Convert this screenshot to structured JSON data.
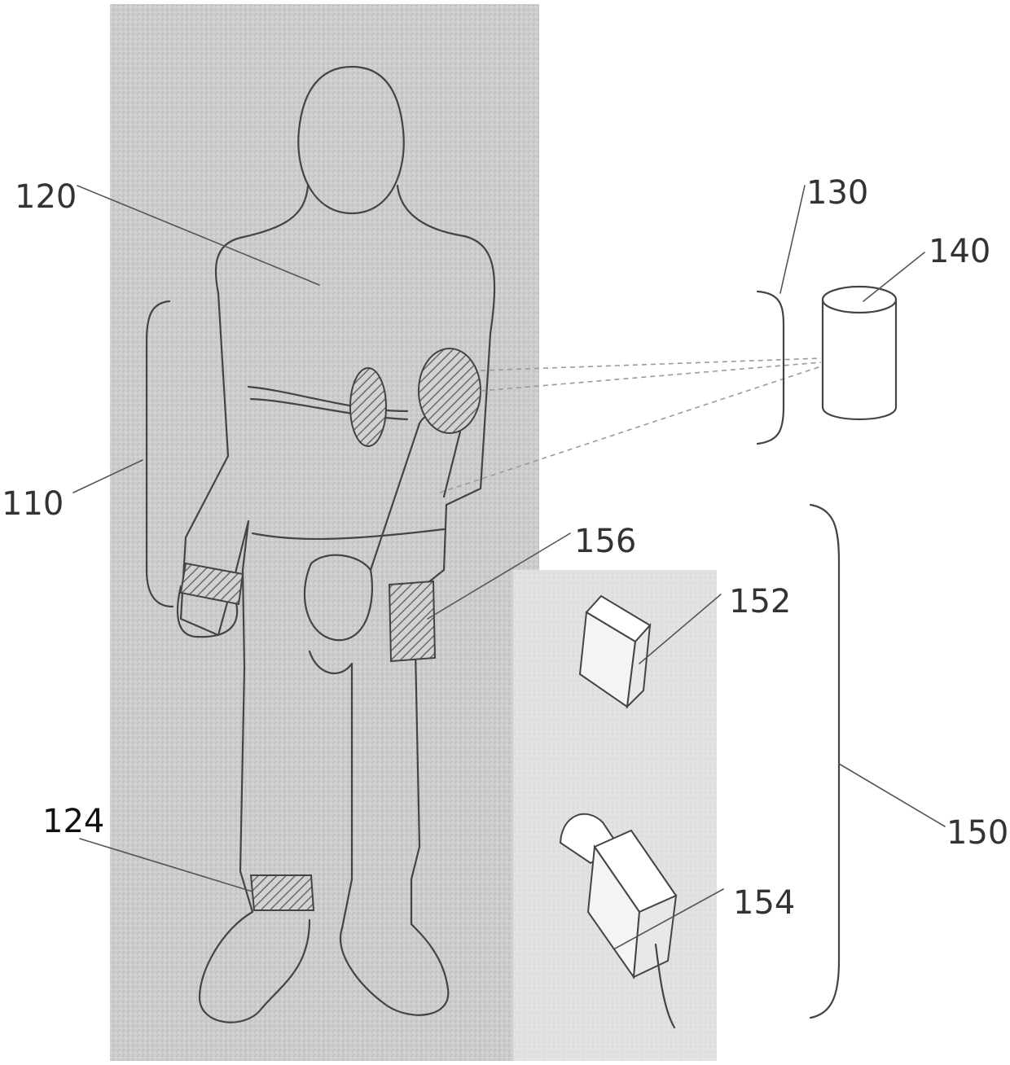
{
  "figure": {
    "labels": {
      "wearer_region": "110",
      "body": "120",
      "ankle_band": "124",
      "field_of_view": "130",
      "camera": "140",
      "device_group": "150",
      "box_device": "152",
      "charger_device": "154",
      "pocket_device": "156"
    }
  },
  "colors": {
    "background": "#ffffff",
    "left_panel": "#cfcfcf",
    "right_panel": "#e2e2e2",
    "outline": "#444444",
    "hatch": "#666666"
  }
}
